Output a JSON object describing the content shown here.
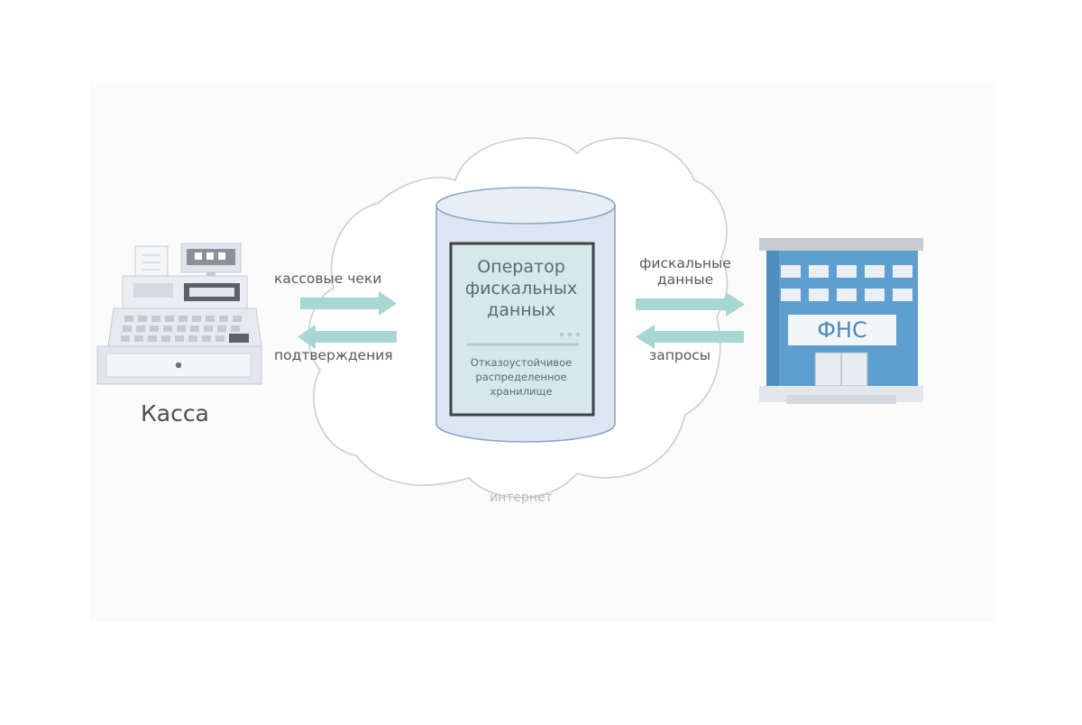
{
  "diagram": {
    "cash_register": {
      "label": "Касса",
      "icon": "cash-register-icon"
    },
    "arrows_left": {
      "forward_label": "кассовые чеки",
      "back_label": "подтверждения"
    },
    "operator": {
      "title_line1": "Оператор",
      "title_line2": "фискальных",
      "title_line3": "данных",
      "subtitle_line1": "Отказоустойчивое",
      "subtitle_line2": "распределенное",
      "subtitle_line3": "хранилище",
      "icon": "database-icon"
    },
    "cloud": {
      "label": "интернет",
      "icon": "cloud-icon"
    },
    "arrows_right": {
      "forward_label_line1": "фискальные",
      "forward_label_line2": "данные",
      "back_label": "запросы"
    },
    "tax_office": {
      "sign": "ФНС",
      "icon": "building-icon"
    },
    "colors": {
      "arrow": "#a6d7d3",
      "cylinder_fill": "#dbe6f2",
      "cylinder_stroke": "#8aa8c4",
      "panel_fill": "#d6e8e8",
      "building_blue": "#5f9fcf",
      "cloud_stroke": "#c9cfd4"
    }
  }
}
